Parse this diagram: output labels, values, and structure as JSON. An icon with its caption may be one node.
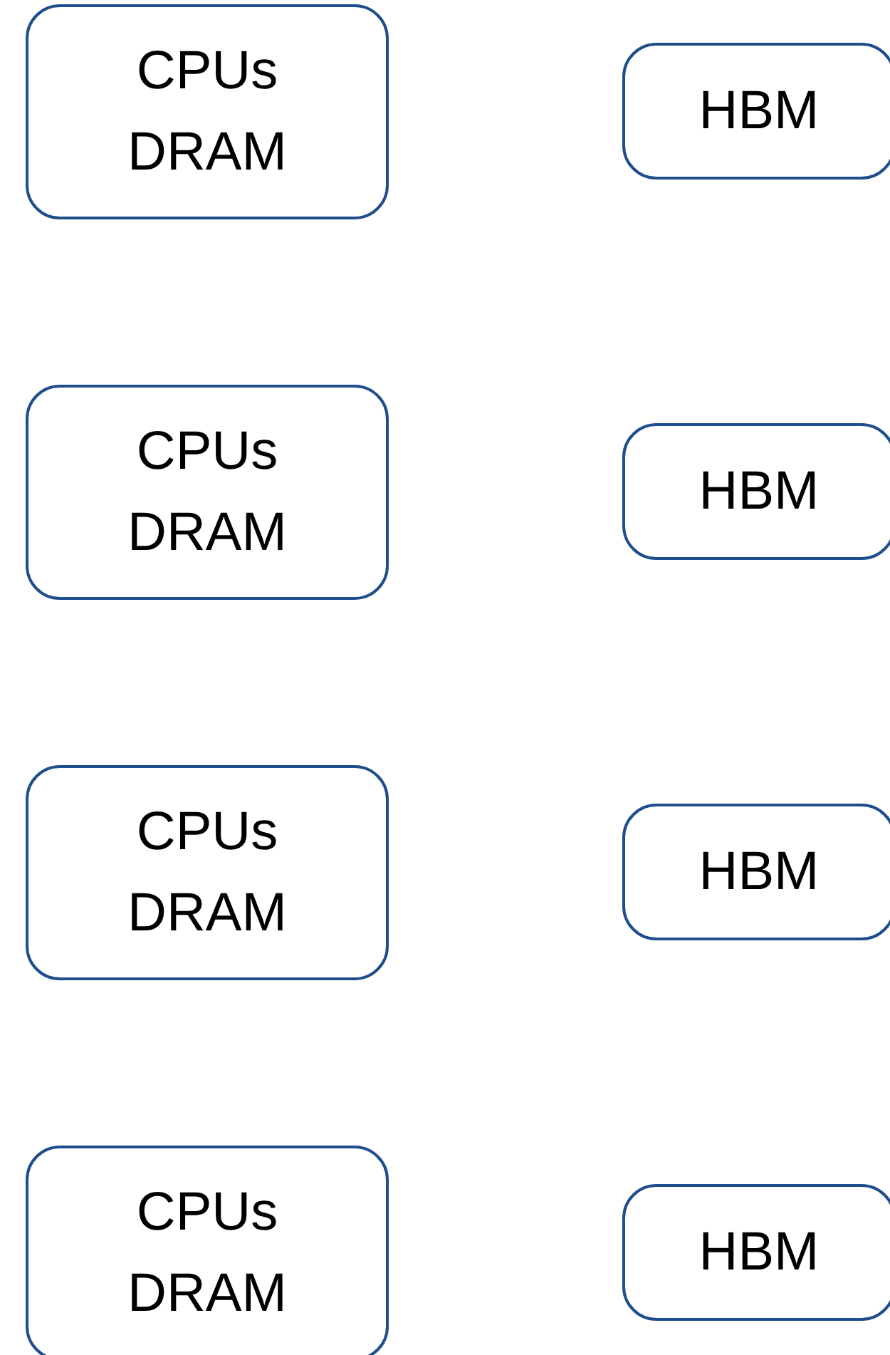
{
  "diagram": {
    "nodes": [
      {
        "text": [
          "CPUs DRAM"
        ]
      },
      {
        "text": [
          "HBM"
        ]
      },
      {
        "text": [
          "CPUs DRAM"
        ]
      },
      {
        "text": [
          "HBM"
        ]
      },
      {
        "text": [
          "CPUs DRAM"
        ]
      },
      {
        "text": [
          "HBM"
        ]
      },
      {
        "text": [
          "CPUs DRAM"
        ]
      },
      {
        "text": [
          "HBM"
        ]
      }
    ]
  }
}
